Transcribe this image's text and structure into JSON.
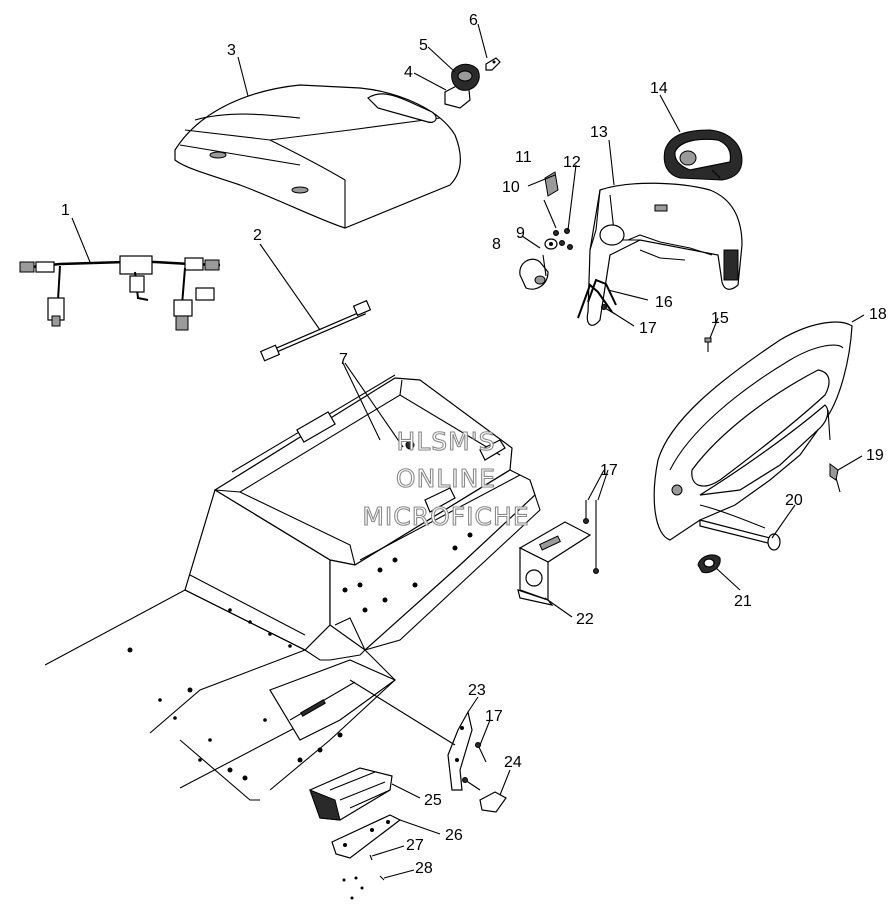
{
  "watermark": {
    "line1": "HLSM'S",
    "line2": "ONLINE",
    "line3": "MICROFICHE"
  },
  "callouts": [
    "1",
    "2",
    "3",
    "4",
    "5",
    "6",
    "7",
    "8",
    "9",
    "10",
    "11",
    "12",
    "13",
    "14",
    "15",
    "16",
    "17",
    "17",
    "17",
    "18",
    "19",
    "20",
    "21",
    "22",
    "23",
    "24",
    "25",
    "26",
    "27",
    "28"
  ],
  "colors": {
    "line": "#000000",
    "background": "#ffffff",
    "watermark_outline": "#8a8a8a"
  }
}
